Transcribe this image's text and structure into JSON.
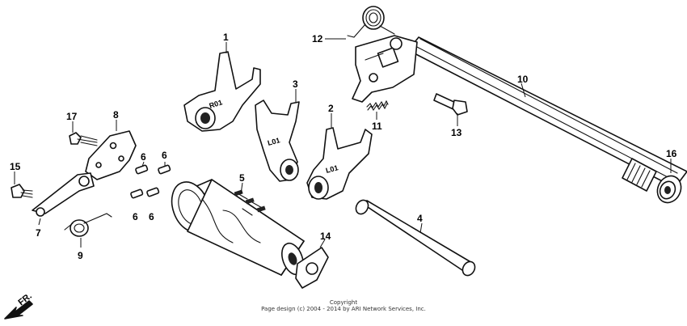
{
  "callouts": {
    "c1": "1",
    "c2": "2",
    "c3": "3",
    "c4": "4",
    "c5": "5",
    "c6a": "6",
    "c6b": "6",
    "c6c": "6",
    "c6d": "6",
    "c7": "7",
    "c8": "8",
    "c9": "9",
    "c10": "10",
    "c11": "11",
    "c12": "12",
    "c13": "13",
    "c14": "14",
    "c15": "15",
    "c16": "16",
    "c17": "17"
  },
  "fork_marks": {
    "fork1": "R01",
    "fork2": "L01",
    "fork3": "L01"
  },
  "direction": {
    "label": "FR."
  },
  "footer": {
    "copyright": "Copyright",
    "design": "Page design (c) 2004 - 2014 by ARI Network Services, Inc."
  },
  "colors": {
    "line": "#111111",
    "background": "#ffffff"
  }
}
